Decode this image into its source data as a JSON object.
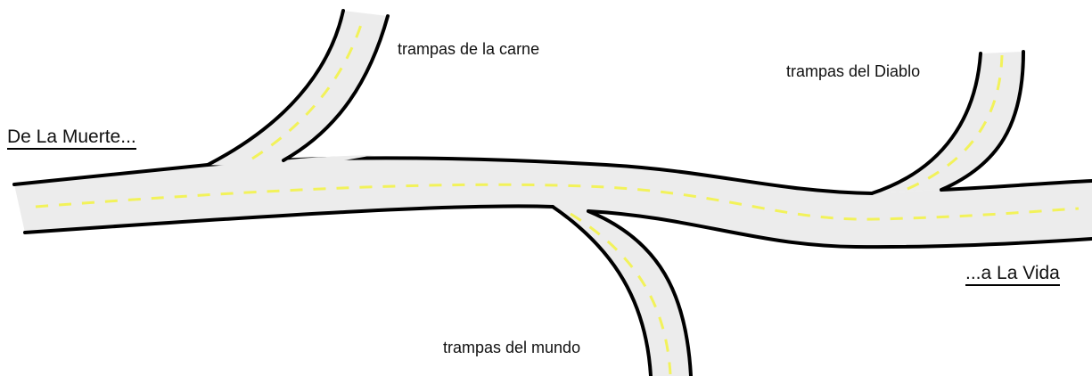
{
  "diagram": {
    "start_label": "De La Muerte...",
    "end_label": "...a La Vida",
    "branches": {
      "flesh": "trampas de la carne",
      "devil": "trampas del Diablo",
      "world": "trampas del mundo"
    }
  },
  "colors": {
    "road": "#ececec",
    "edge": "#000000",
    "lane": "#f2f25a"
  }
}
